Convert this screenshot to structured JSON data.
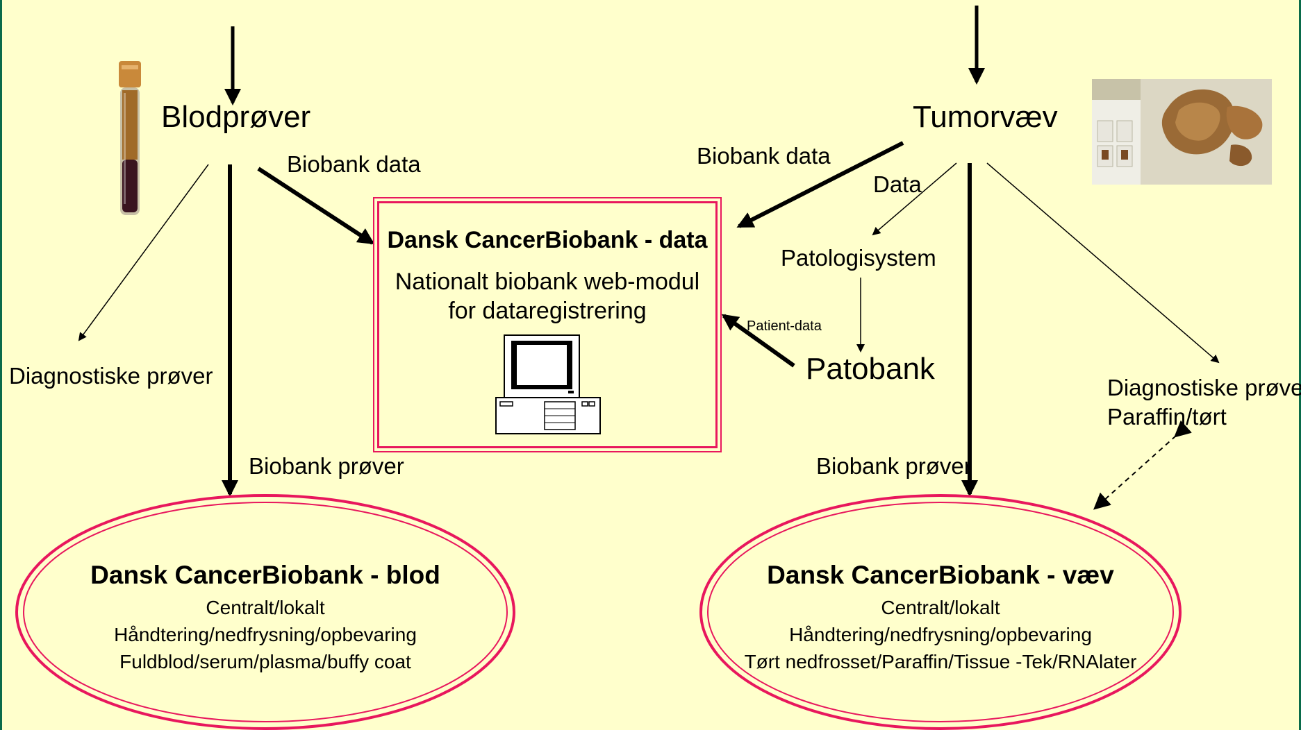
{
  "left": {
    "source_title": "Blodprøver",
    "biobank_data_label": "Biobank data",
    "diagnostic_label": "Diagnostiske prøver",
    "biobank_samples_label": "Biobank prøver",
    "ellipse": {
      "title": "Dansk CancerBiobank - blod",
      "line1": "Centralt/lokalt",
      "line2": "Håndtering/nedfrysning/opbevaring",
      "line3": "Fuldblod/serum/plasma/buffy coat"
    }
  },
  "center": {
    "box_title": "Dansk CancerBiobank - data",
    "box_line1": "Nationalt biobank web-modul",
    "box_line2": "for dataregistrering",
    "patient_data_label": "Patient-data"
  },
  "right": {
    "source_title": "Tumorvæv",
    "biobank_data_label": "Biobank data",
    "data_label": "Data",
    "pathology_system": "Patologisystem",
    "patobank": "Patobank",
    "diagnostic_line1": "Diagnostiske prøver",
    "diagnostic_line2": "Paraffin/tørt",
    "biobank_samples_label": "Biobank prøver",
    "ellipse": {
      "title": "Dansk CancerBiobank - væv",
      "line1": "Centralt/lokalt",
      "line2": "Håndtering/nedfrysning/opbevaring",
      "line3": "Tørt nedfrosset/Paraffin/Tissue -Tek/RNAlater"
    }
  },
  "colors": {
    "background": "#ffffcc",
    "accent_pink": "#e8175d",
    "border_green": "#0a6b4a"
  },
  "icons": {
    "tube": "blood-sample-tube-icon",
    "computer": "computer-icon",
    "tissue": "tissue-sample-photo"
  }
}
